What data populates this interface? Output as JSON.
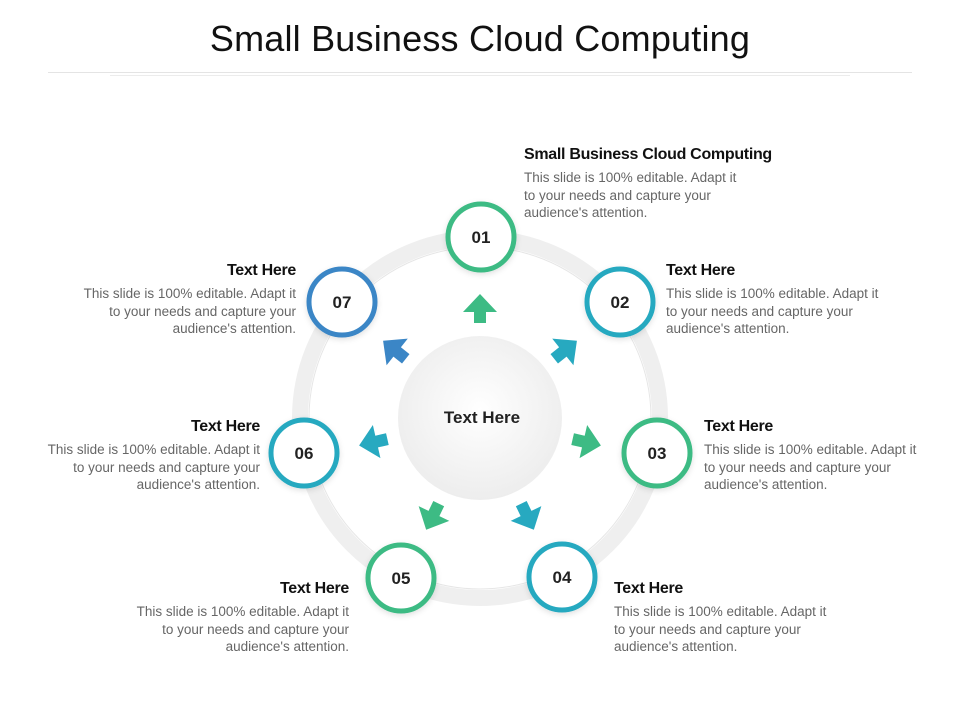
{
  "title": "Small Business Cloud Computing",
  "center_label": "Text Here",
  "colors": {
    "green": "#3dbb84",
    "teal": "#27a9c0",
    "blue": "#3b86c6",
    "ring": "#eeeeee",
    "text_gray": "#666666"
  },
  "nodes": [
    {
      "num": "01",
      "color": "#3dbb84",
      "heading": "Small Business Cloud Computing",
      "text": "This slide is 100% editable. Adapt it to your needs and capture your audience's attention."
    },
    {
      "num": "02",
      "color": "#27a9c0",
      "heading": "Text Here",
      "text": "This slide is 100% editable. Adapt it to your needs and capture your audience's attention."
    },
    {
      "num": "03",
      "color": "#3dbb84",
      "heading": "Text Here",
      "text": "This slide is 100% editable. Adapt it to your needs and capture your audience's attention."
    },
    {
      "num": "04",
      "color": "#27a9c0",
      "heading": "Text Here",
      "text": "This slide is 100% editable. Adapt it to your needs and capture your audience's attention."
    },
    {
      "num": "05",
      "color": "#3dbb84",
      "heading": "Text Here",
      "text": "This slide is 100% editable. Adapt it to your needs and capture your audience's attention."
    },
    {
      "num": "06",
      "color": "#27a9c0",
      "heading": "Text Here",
      "text": "This slide is 100% editable. Adapt it to your needs and capture your audience's attention."
    },
    {
      "num": "07",
      "color": "#3b86c6",
      "heading": "Text Here",
      "text": "This slide is 100% editable. Adapt it to your needs and capture your audience's attention."
    }
  ],
  "arrows": [
    {
      "color": "#3dbb84"
    },
    {
      "color": "#27a9c0"
    },
    {
      "color": "#3dbb84"
    },
    {
      "color": "#27a9c0"
    },
    {
      "color": "#3dbb84"
    },
    {
      "color": "#27a9c0"
    },
    {
      "color": "#3b86c6"
    }
  ]
}
